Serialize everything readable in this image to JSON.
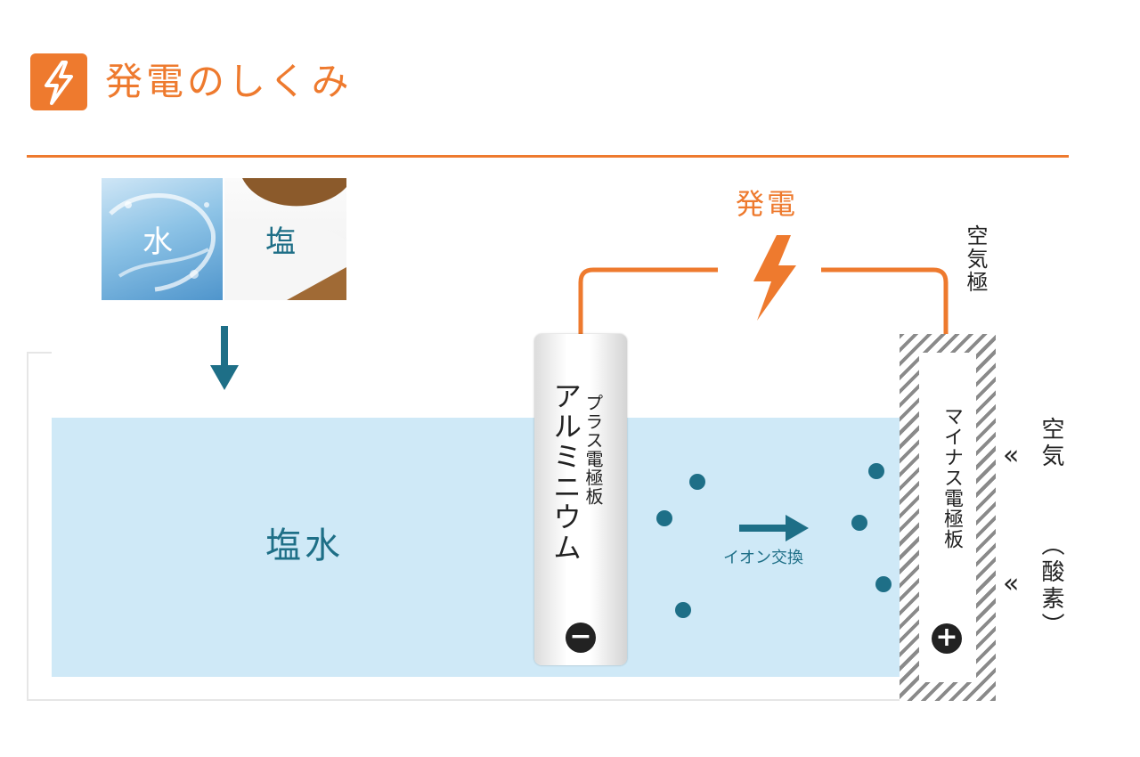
{
  "title": "発電のしくみ",
  "images": {
    "water_label": "水",
    "salt_label": "塩"
  },
  "labels": {
    "saltwater": "塩水",
    "aluminium": "アルミニウム",
    "plus_plate": "プラス電極板",
    "minus_plate": "マイナス電極板",
    "air_electrode": "空気極",
    "air": "空気",
    "oxygen": "（酸素）",
    "power": "発電",
    "ion_exchange": "イオン交換",
    "minus_sign": "−",
    "plus_sign": "+",
    "air_chevron": "«",
    "oxygen_chevron": "«"
  },
  "colors": {
    "accent": "#ee7a2e",
    "teal": "#1e6f87",
    "water": "#cfe9f7"
  },
  "icons": {
    "title_icon": "lightning-icon",
    "power_icon": "lightning-bolt-icon"
  }
}
